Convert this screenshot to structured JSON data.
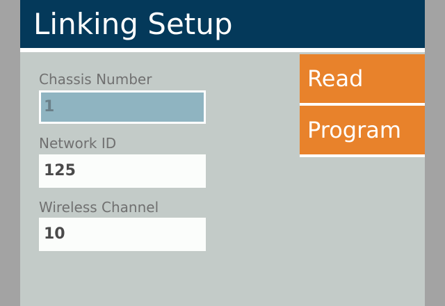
{
  "header": {
    "title": "Linking Setup"
  },
  "fields": [
    {
      "label": "Chassis Number",
      "value": "1"
    },
    {
      "label": "Network ID",
      "value": "125"
    },
    {
      "label": "Wireless Channel",
      "value": "10"
    }
  ],
  "buttons": {
    "read_label": "Read",
    "program_label": "Program"
  },
  "colors": {
    "header_bg": "#04395a",
    "panel_bg": "#c3cbc8",
    "accent_button": "#e8822b",
    "active_field": "#8fb4c1"
  }
}
